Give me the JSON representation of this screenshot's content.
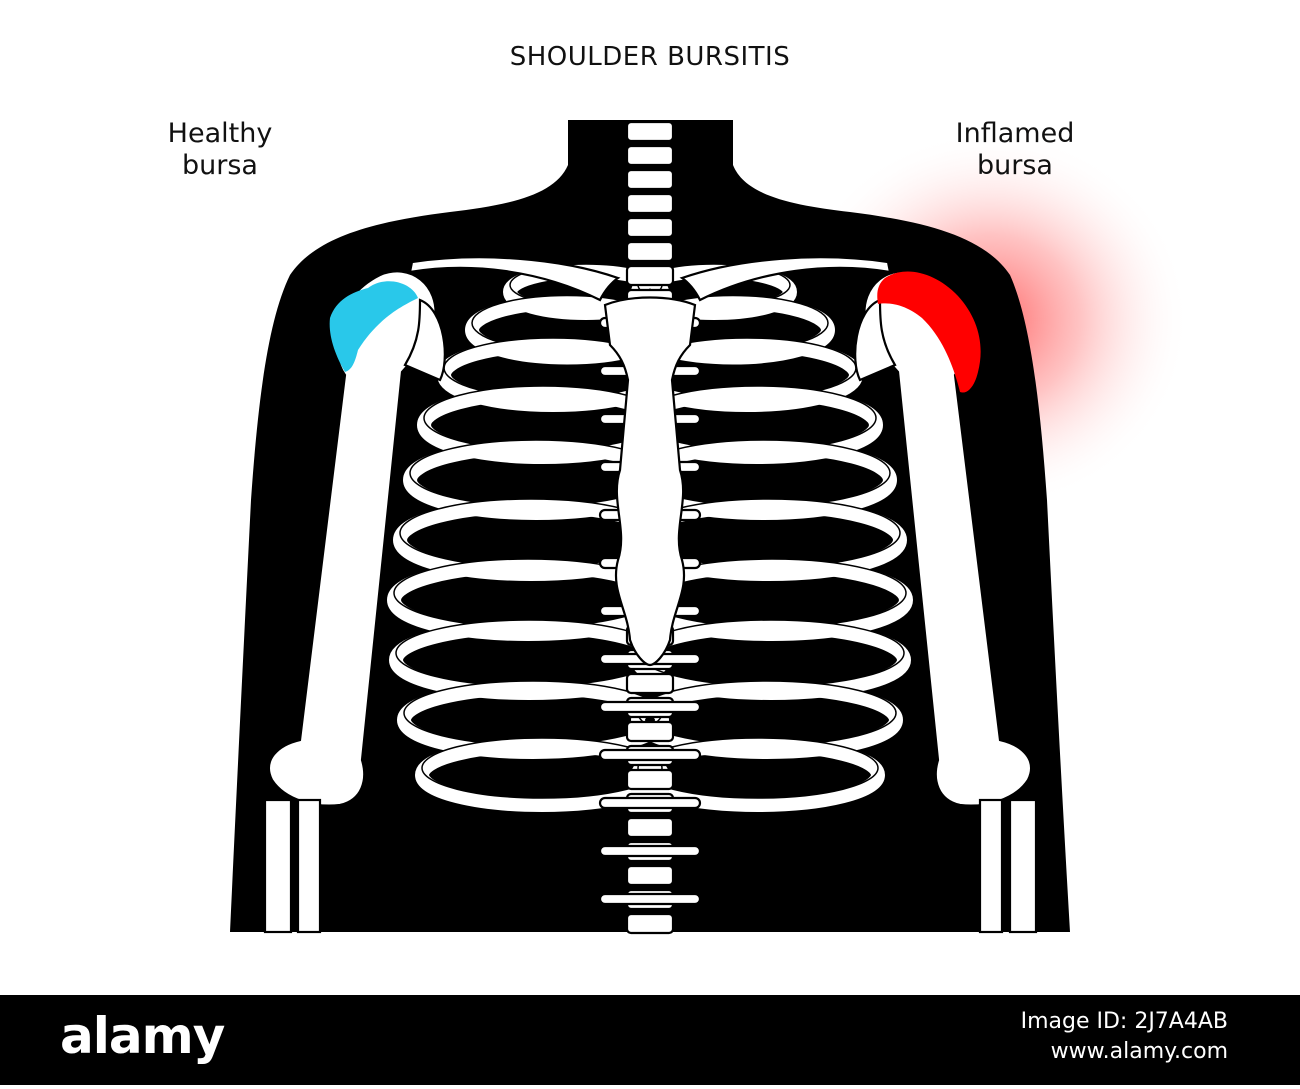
{
  "title": "SHOULDER BURSITIS",
  "labels": {
    "healthy": [
      "Healthy",
      "bursa"
    ],
    "inflamed": [
      "Inflamed",
      "bursa"
    ]
  },
  "colors": {
    "silhouette": "#000000",
    "bone": "#ffffff",
    "healthy_bursa": "#29c8ea",
    "inflamed_bursa": "#ff0000",
    "inflammation_glow": "#ff6b6b"
  },
  "footer": {
    "brand": "alamy",
    "image_id": "Image ID: 2J7A4AB",
    "site": "www.alamy.com"
  }
}
